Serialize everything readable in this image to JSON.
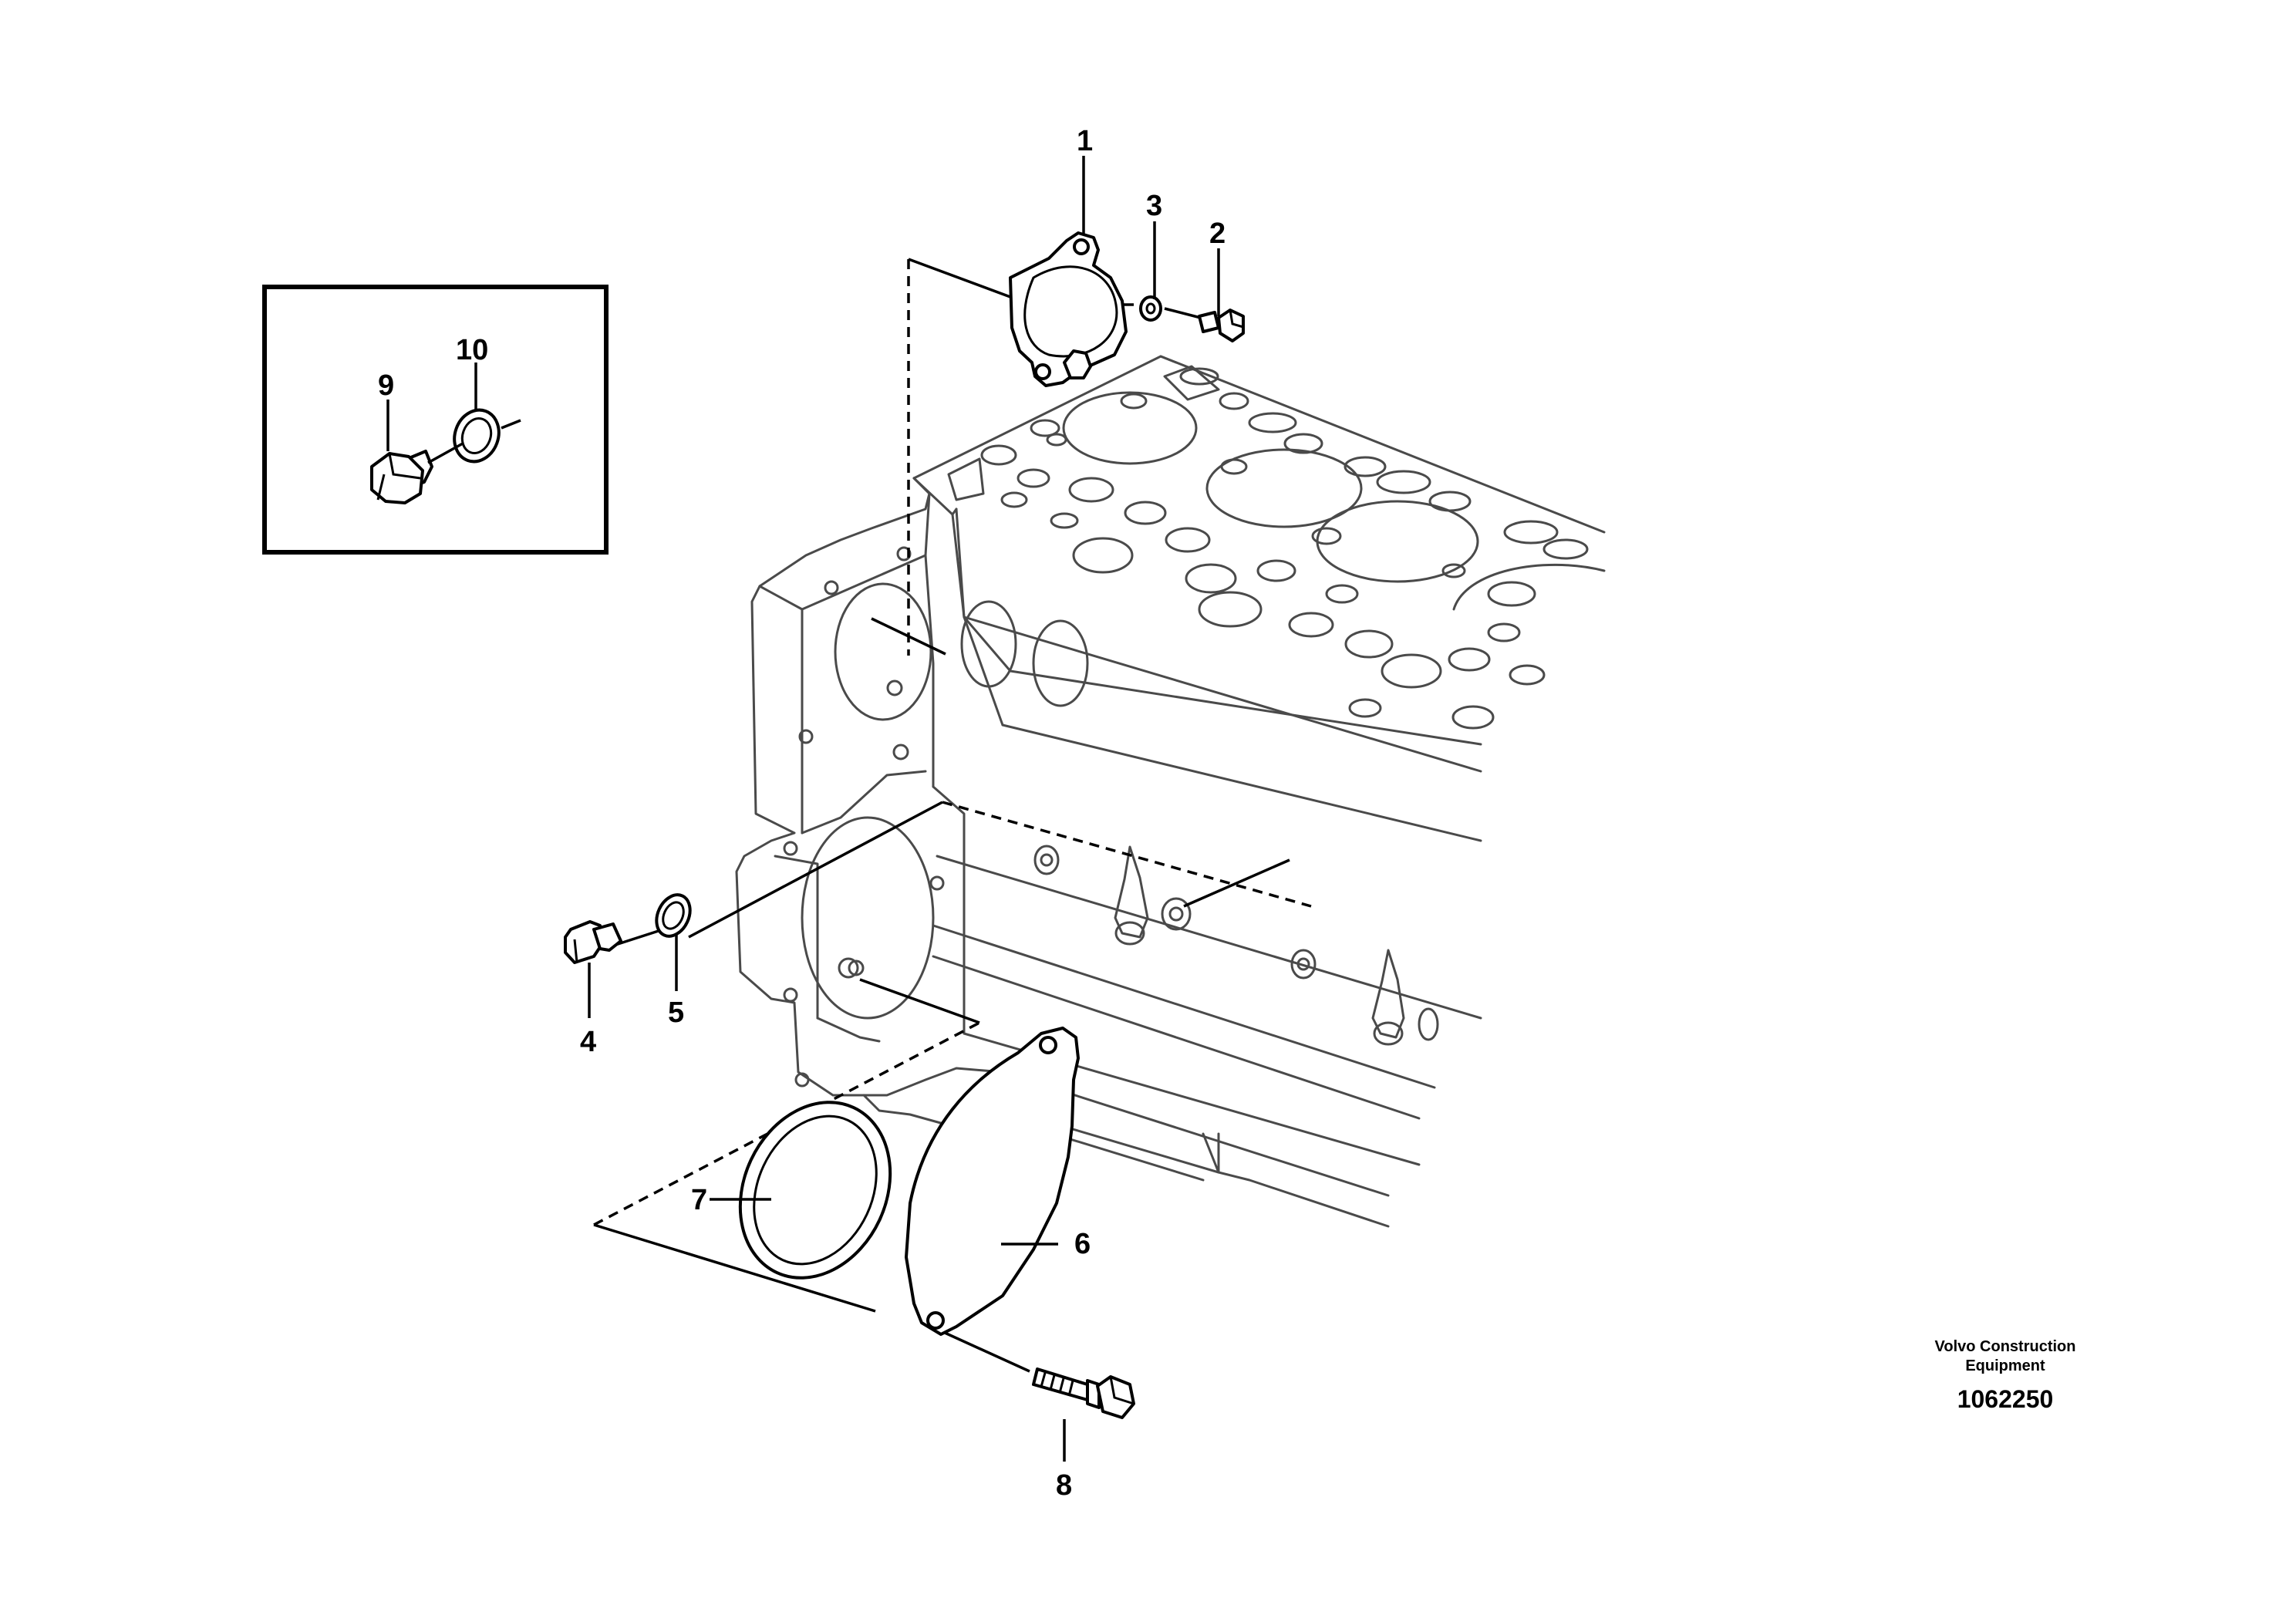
{
  "callouts": {
    "c1": "1",
    "c2": "2",
    "c3": "3",
    "c4": "4",
    "c5": "5",
    "c6": "6",
    "c7": "7",
    "c8": "8",
    "c9": "9",
    "c10": "10"
  },
  "footer": {
    "brand_line1": "Volvo Construction",
    "brand_line2": "Equipment",
    "doc_number": "1062250"
  }
}
